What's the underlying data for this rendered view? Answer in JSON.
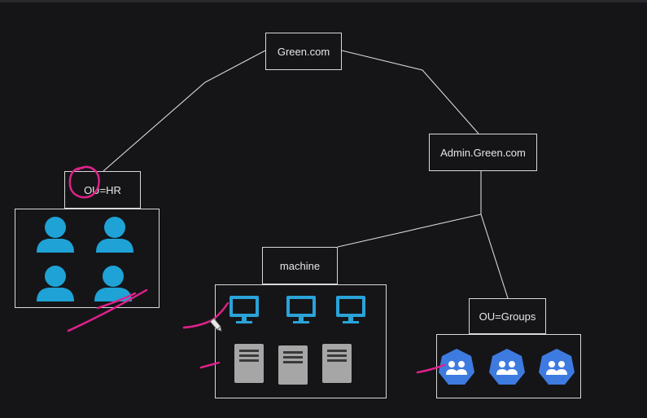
{
  "nodes": {
    "root": {
      "label": "Green.com"
    },
    "admin": {
      "label": "Admin.Green.com"
    },
    "hr": {
      "label": "OU=HR"
    },
    "machine": {
      "label": "machine"
    },
    "groups": {
      "label": "OU=Groups"
    }
  },
  "icons": {
    "hr_members": [
      "user-icon",
      "user-icon",
      "user-icon",
      "user-icon"
    ],
    "machine_row1": [
      "monitor-icon",
      "monitor-icon",
      "monitor-icon"
    ],
    "machine_row2": [
      "server-icon",
      "server-icon",
      "server-icon"
    ],
    "group_members": [
      "group-icon",
      "group-icon",
      "group-icon"
    ]
  },
  "colors": {
    "background": "#151518",
    "line": "#d9d9d9",
    "user_icon": "#1fa2d6",
    "monitor_icon": "#2aa3d8",
    "server_icon": "#a6a6a6",
    "group_icon": "#3e7be0",
    "annotation": "#e0218a"
  }
}
